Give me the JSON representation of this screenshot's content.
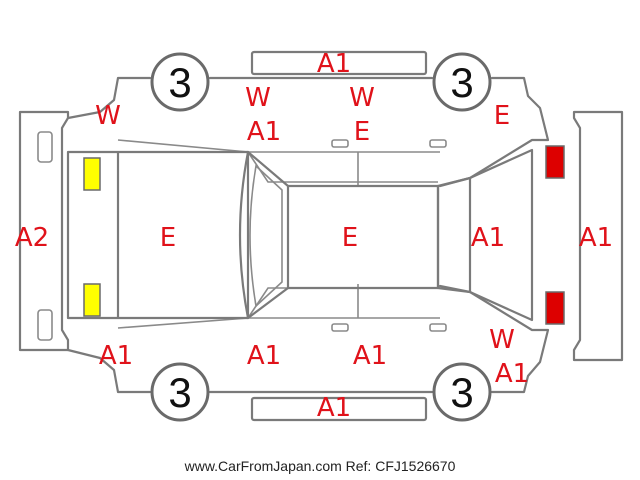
{
  "colors": {
    "outline": "#7a7a7a",
    "damage_code": "#e0121a",
    "front_lamp": "#ffff00",
    "rear_lamp": "#dd0000"
  },
  "tires": {
    "front_left": "3",
    "rear_left": "3",
    "front_right": "3",
    "rear_right": "3"
  },
  "codes": {
    "roof_top": "A1",
    "front_bumper": "A2",
    "hood": "E",
    "roof": "E",
    "rear_glass": "A1",
    "rear_bumper": "A1",
    "left_fender_w": "W",
    "left_front_door_w": "W",
    "left_front_door_a1": "A1",
    "left_rear_door_w": "W",
    "left_rear_door_e": "E",
    "left_quarter": "E",
    "right_fender": "A1",
    "right_front_door": "A1",
    "right_rear_door": "A1",
    "right_quarter_w": "W",
    "right_quarter_a1": "A1",
    "bottom_sill": "A1"
  },
  "footer": {
    "watermark": "www.CarFromJapan.com Ref: CFJ1526670"
  }
}
